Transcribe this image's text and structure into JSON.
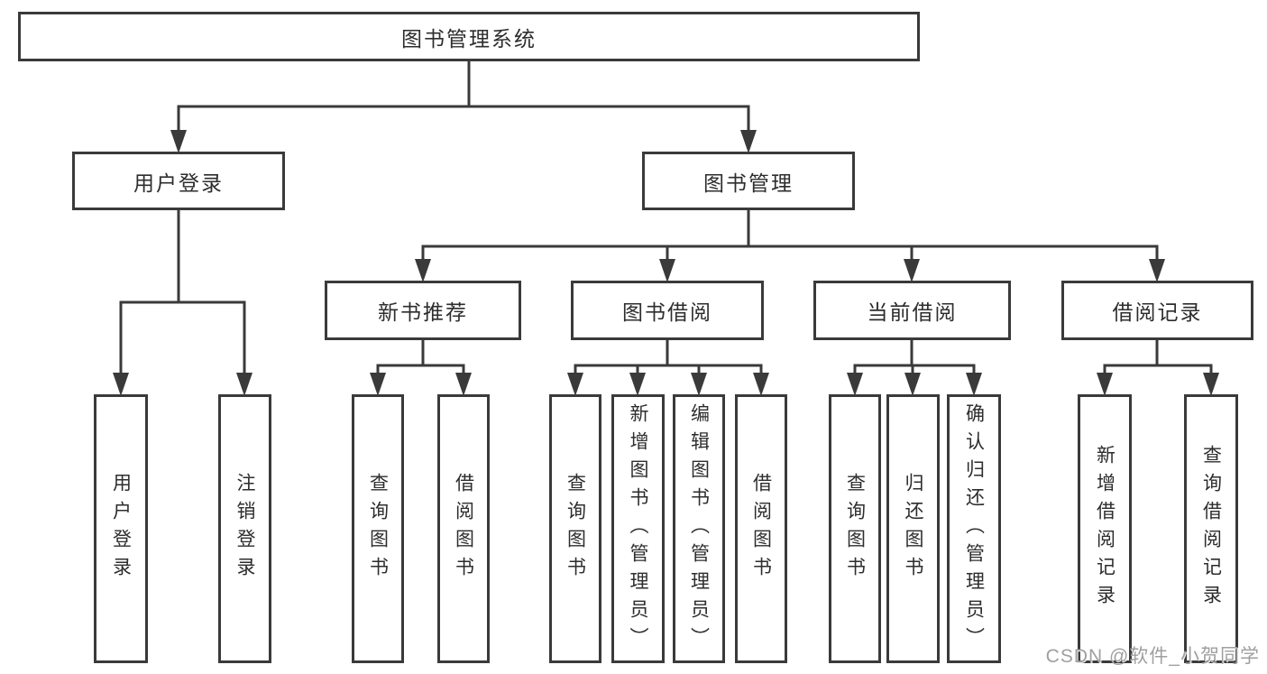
{
  "diagram": {
    "root": {
      "label": "图书管理系统"
    },
    "level2": [
      {
        "label": "用户登录"
      },
      {
        "label": "图书管理"
      }
    ],
    "level3": [
      {
        "label": "新书推荐"
      },
      {
        "label": "图书借阅"
      },
      {
        "label": "当前借阅"
      },
      {
        "label": "借阅记录"
      }
    ],
    "leaves": [
      {
        "label": "用户登录"
      },
      {
        "label": "注销登录"
      },
      {
        "label": "查询图书"
      },
      {
        "label": "借阅图书"
      },
      {
        "label": "查询图书"
      },
      {
        "label": "新增图书（管理员）"
      },
      {
        "label": "编辑图书（管理员）"
      },
      {
        "label": "借阅图书"
      },
      {
        "label": "查询图书"
      },
      {
        "label": "归还图书"
      },
      {
        "label": "确认归还（管理员）"
      },
      {
        "label": "新增借阅记录"
      },
      {
        "label": "查询借阅记录"
      }
    ]
  },
  "watermark": {
    "text": "CSDN @软件_小贺同学"
  },
  "colors": {
    "line": "#3a3a3a",
    "box_border": "#3a3a3a",
    "text": "#2d2d2d",
    "watermark": "#9f9f9f",
    "background": "#ffffff"
  }
}
